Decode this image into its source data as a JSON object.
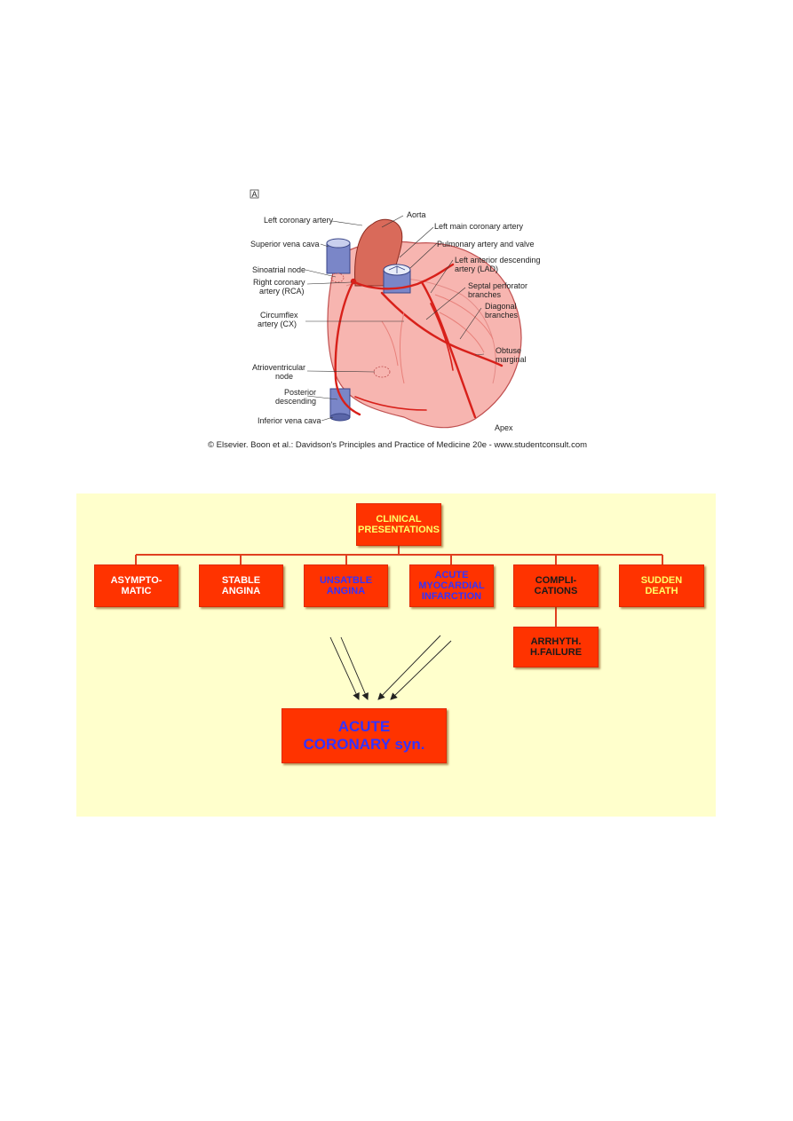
{
  "figure": {
    "panel_letter": "A",
    "labels": {
      "left_coronary_artery": "Left coronary artery",
      "aorta": "Aorta",
      "left_main": "Left main coronary artery",
      "pulmonary": "Pulmonary artery and valve",
      "superior_vena_cava": "Superior vena cava",
      "lad_1": "Left anterior descending",
      "lad_2": "artery (LAD)",
      "sinoatrial": "Sinoatrial node",
      "rca_1": "Right coronary",
      "rca_2": "artery (RCA)",
      "septal_1": "Septal perforator",
      "septal_2": "branches",
      "diagonal_1": "Diagonal",
      "diagonal_2": "branches",
      "circumflex_1": "Circumflex",
      "circumflex_2": "artery (CX)",
      "obtuse_1": "Obtuse",
      "obtuse_2": "marginal",
      "av_node_1": "Atrioventricular",
      "av_node_2": "node",
      "posterior_1": "Posterior",
      "posterior_2": "descending",
      "inferior_vena_cava": "Inferior vena cava",
      "apex": "Apex"
    },
    "caption": "© Elsevier. Boon et al.: Davidson's Principles and Practice of Medicine 20e - www.studentconsult.com"
  },
  "flowchart": {
    "root": "CLINICAL\nPRESENTATIONS",
    "children": [
      "ASYMPTO-\nMATIC",
      "STABLE\nANGINA",
      "UNSATBLE\nANGINA",
      "ACUTE\nMYOCARDIAL\nINFARCTION",
      "COMPLI-\nCATIONS",
      "SUDDEN\nDEATH"
    ],
    "complications_child": "ARRHYTH.\nH.FAILURE",
    "result": "ACUTE\nCORONARY syn."
  },
  "colors": {
    "panel_bg": "#ffffcc",
    "box_red": "#ff3300",
    "text_yellow": "#ffff66",
    "text_blue": "#3333ff",
    "heart_pink": "#f7b5b0",
    "artery_red": "#d8201a",
    "vein_blue": "#7a86c8"
  }
}
